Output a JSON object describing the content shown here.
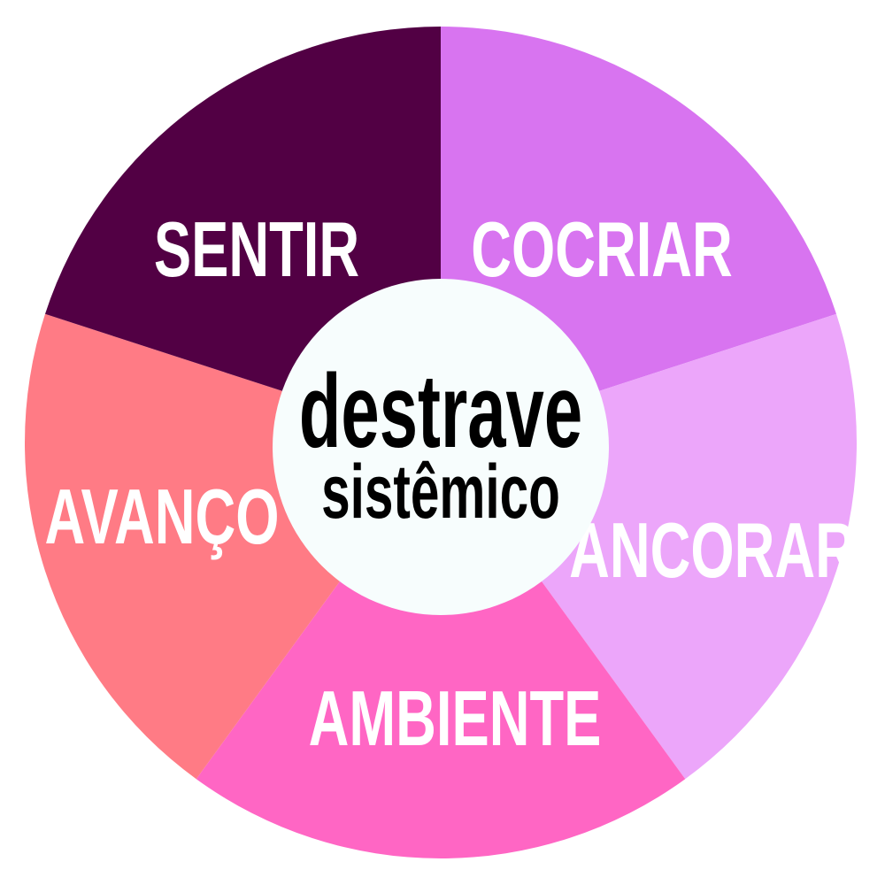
{
  "title": {
    "line1": "destrave",
    "line2": "sistêmico"
  },
  "center_color": "#f7fdfd",
  "segments": [
    {
      "label": "COCRIAR",
      "color": "#d874f0"
    },
    {
      "label": "ANCORAR",
      "color": "#eca6fa"
    },
    {
      "label": "AMBIENTE",
      "color": "#ff66c4"
    },
    {
      "label": "AVANÇO",
      "color": "#ff7b85"
    },
    {
      "label": "SENTIR",
      "color": "#520044"
    }
  ]
}
